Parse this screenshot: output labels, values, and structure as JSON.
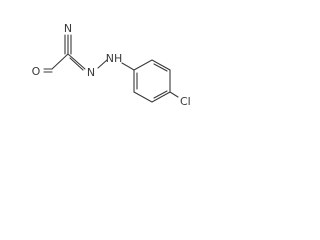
{
  "molecule": {
    "atoms": {
      "nitrile_n": "N",
      "oxygen": "O",
      "azo_n": "N",
      "amine_n": "NH",
      "chlorine": "Cl"
    },
    "colors": {
      "bond": "#3a3a3a",
      "label": "#3a3a3a",
      "background": "#ffffff"
    }
  }
}
